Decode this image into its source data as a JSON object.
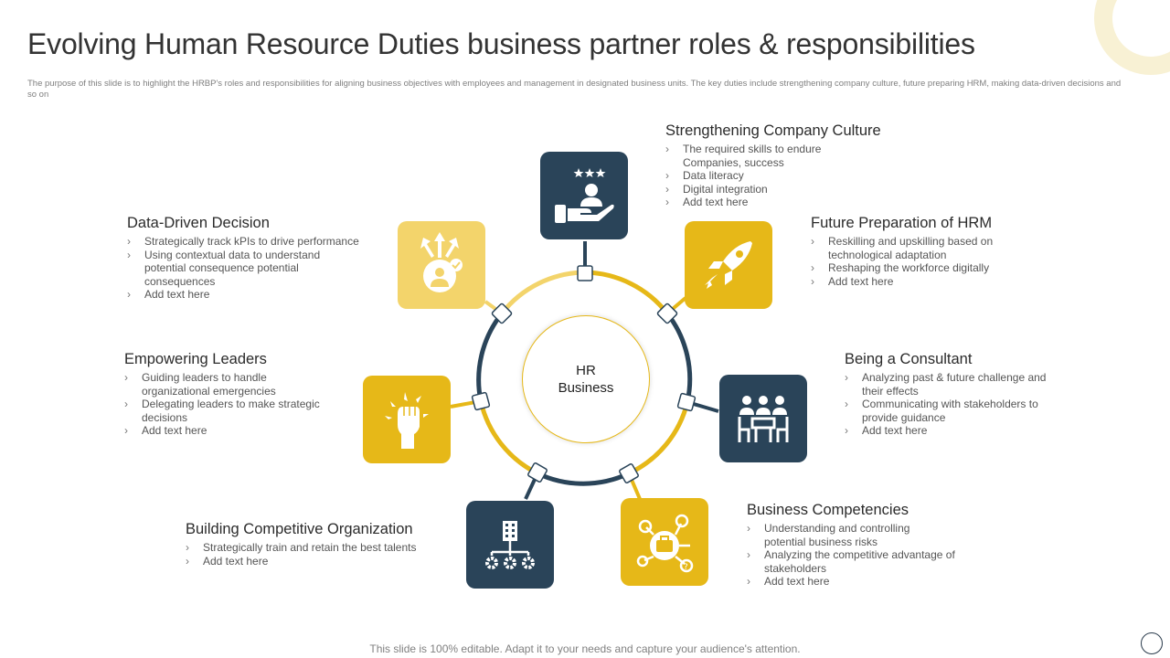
{
  "title": "Evolving Human Resource Duties business partner roles & responsibilities",
  "subtitle": "The purpose of this slide is to highlight the HRBP's  roles and responsibilities for aligning business objectives with employees and management in designated business units. The key duties include strengthening company culture, future preparing HRM, making  data-driven decisions and so on",
  "center": {
    "line1": "HR",
    "line2": "Business"
  },
  "footer": "This slide is 100% editable. Adapt it to your needs and capture your audience's attention.",
  "colors": {
    "dark": "#2a4459",
    "gold": "#e6b818",
    "light_gold": "#f3d46b"
  },
  "sections": [
    {
      "key": "strengthening",
      "title": "Strengthening Company Culture",
      "icon": "hand-person-stars-icon",
      "items": [
        "The required skills to endure Companies, success",
        "Data literacy",
        "Digital integration",
        "Add text here"
      ]
    },
    {
      "key": "future",
      "title": "Future Preparation of HRM",
      "icon": "rocket-icon",
      "items": [
        "Reskilling and upskilling  based on technological adaptation",
        "Reshaping the workforce digitally",
        "Add text here"
      ]
    },
    {
      "key": "consultant",
      "title": "Being a Consultant",
      "icon": "meeting-icon",
      "items": [
        "Analyzing  past & future challenge and their effects",
        "Communicating with stakeholders to provide guidance",
        "Add text here"
      ]
    },
    {
      "key": "competencies",
      "title": "Business Competencies",
      "icon": "briefcase-network-icon",
      "items": [
        "Understanding and  controlling potential business risks",
        "Analyzing   the competitive advantage of stakeholders",
        "Add text here"
      ]
    },
    {
      "key": "building",
      "title": "Building Competitive Organization",
      "icon": "building-gears-icon",
      "items": [
        "Strategically train and retain the best talents",
        "Add text here"
      ]
    },
    {
      "key": "empowering",
      "title": "Empowering Leaders",
      "icon": "raised-fist-icon",
      "items": [
        "Guiding leaders to handle organizational emergencies",
        "Delegating leaders to make  strategic decisions",
        "Add text here"
      ]
    },
    {
      "key": "data",
      "title": "Data-Driven Decision",
      "icon": "person-arrows-icon",
      "items": [
        "Strategically track kPIs to drive performance",
        "Using contextual data to understand potential consequence potential consequences",
        "Add text here"
      ]
    }
  ]
}
